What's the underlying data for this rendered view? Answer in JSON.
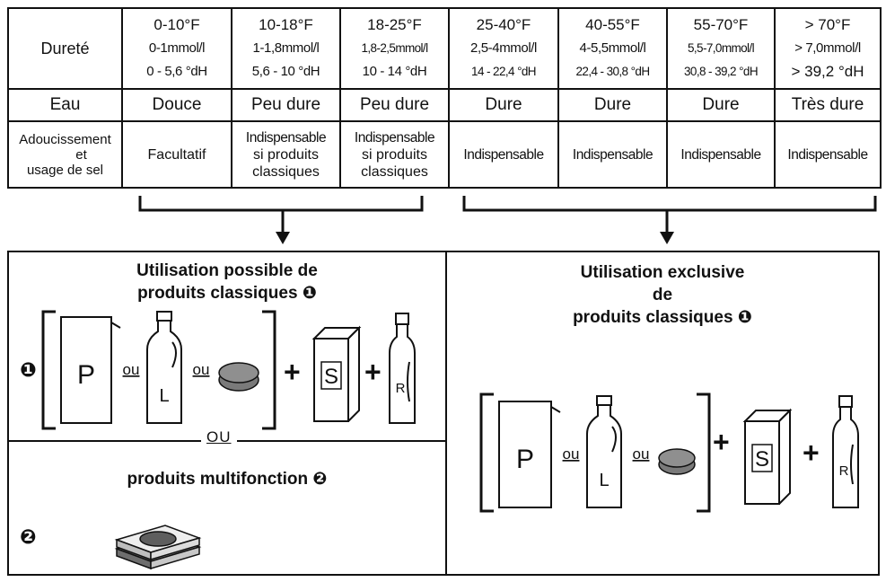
{
  "table": {
    "header_label": "Dureté",
    "water_label": "Eau",
    "softening_label_lines": [
      "Adoucissement",
      "et",
      "usage de sel"
    ],
    "columns": [
      {
        "f": "0-10°F",
        "mmol": "0-1mmol/l",
        "dh": "0 - 5,6 °dH",
        "water": "Douce",
        "softening": [
          "Facultatif"
        ]
      },
      {
        "f": "10-18°F",
        "mmol": "1-1,8mmol/l",
        "dh": "5,6 - 10 °dH",
        "water": "Peu dure",
        "softening": [
          "Indispensable",
          "si produits",
          "classiques"
        ]
      },
      {
        "f": "18-25°F",
        "mmol": "1,8-2,5mmol/l",
        "dh": "10 - 14 °dH",
        "water": "Peu dure",
        "softening": [
          "Indispensable",
          "si produits",
          "classiques"
        ]
      },
      {
        "f": "25-40°F",
        "mmol": "2,5-4mmol/l",
        "dh": "14 - 22,4 °dH",
        "water": "Dure",
        "softening": [
          "Indispensable"
        ]
      },
      {
        "f": "40-55°F",
        "mmol": "4-5,5mmol/l",
        "dh": "22,4 - 30,8 °dH",
        "water": "Dure",
        "softening": [
          "Indispensable"
        ]
      },
      {
        "f": "55-70°F",
        "mmol": "5,5-7,0mmol/l",
        "dh": "30,8 - 39,2 °dH",
        "water": "Dure",
        "softening": [
          "Indispensable"
        ]
      },
      {
        "f": "> 70°F",
        "mmol": "> 7,0mmol/l",
        "dh": "> 39,2 °dH",
        "water": "Très dure",
        "softening": [
          "Indispensable"
        ]
      }
    ]
  },
  "left_panel": {
    "title_lines": [
      "Utilisation possible de",
      "produits classiques"
    ],
    "ref_marker": "❶",
    "or_label": "ou",
    "separator_label": "OU",
    "multi_title": "produits multifonction",
    "multi_marker": "❷"
  },
  "right_panel": {
    "title_lines": [
      "Utilisation exclusive",
      "de",
      "produits classiques"
    ],
    "ref_marker": "❶",
    "or_label": "ou"
  },
  "product_letters": {
    "powder": "P",
    "liquid": "L",
    "salt": "S",
    "rinse": "R"
  },
  "operator_plus": "+",
  "icons": {
    "arrow": "down-arrow-icon",
    "powder": "powder-box-icon",
    "liquid": "liquid-bottle-icon",
    "tablet": "tablet-icon",
    "salt": "salt-box-icon",
    "rinse": "rinse-aid-bottle-icon",
    "multi": "multi-tab-icon"
  }
}
